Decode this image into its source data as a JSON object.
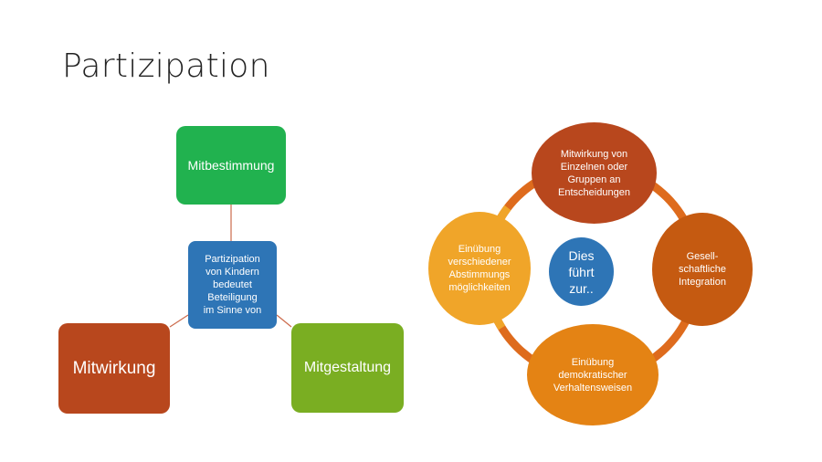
{
  "slide": {
    "title": "Partizipation"
  },
  "left_diagram": {
    "center": "Partizipation\nvon Kindern\nbedeutet\nBeteiligung\nim Sinne von",
    "top": "Mitbestimmung",
    "left": "Mitwirkung",
    "right": "Mitgestaltung"
  },
  "right_diagram": {
    "center": "Dies\nführt\nzur..",
    "top": "Mitwirkung von\nEinzelnen oder\nGruppen an\nEntscheidungen",
    "right": "Gesell-\nschaftliche\nIntegration",
    "bottom": "Einübung\ndemokratischer\nVerhaltensweisen",
    "left": "Einübung\nverschiedener\nAbstimmungs\nmöglichkeiten"
  },
  "colors": {
    "green": "#21b24f",
    "blue": "#2e75b6",
    "dark_red": "#b8471d",
    "lime": "#7aae22",
    "burnt_orange": "#c55a11",
    "orange": "#e48314",
    "light_orange": "#f0a529",
    "ring": "#de6b1d",
    "connector": "#cc6a4b"
  }
}
